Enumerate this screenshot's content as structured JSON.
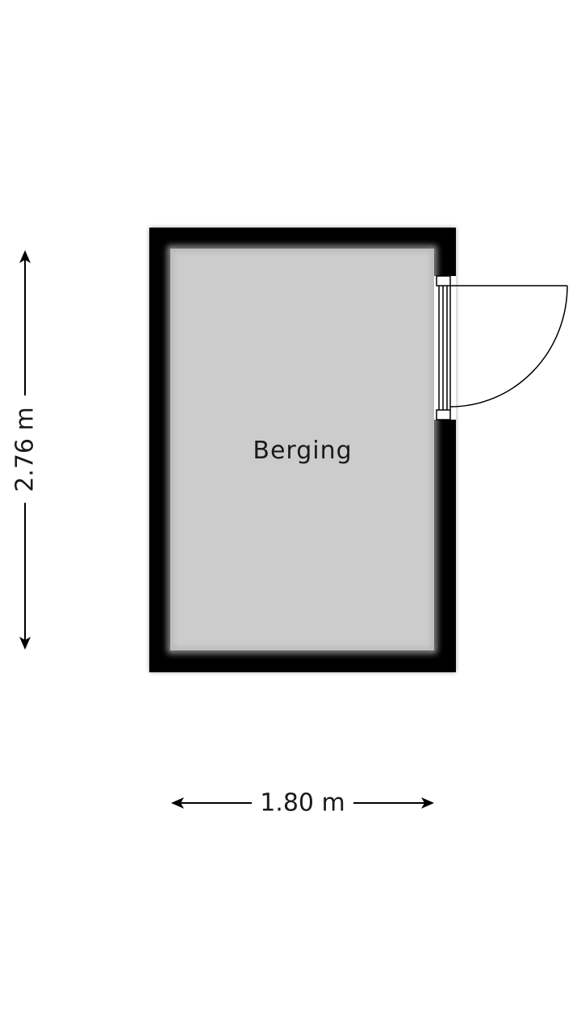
{
  "room": {
    "name": "Berging"
  },
  "dimensions": {
    "height": "2.76 m",
    "width": "1.80 m"
  },
  "colors": {
    "wall": "#000000",
    "floor": "#cccccc",
    "background": "#ffffff"
  },
  "icons": {
    "door": "door-swing-icon"
  }
}
